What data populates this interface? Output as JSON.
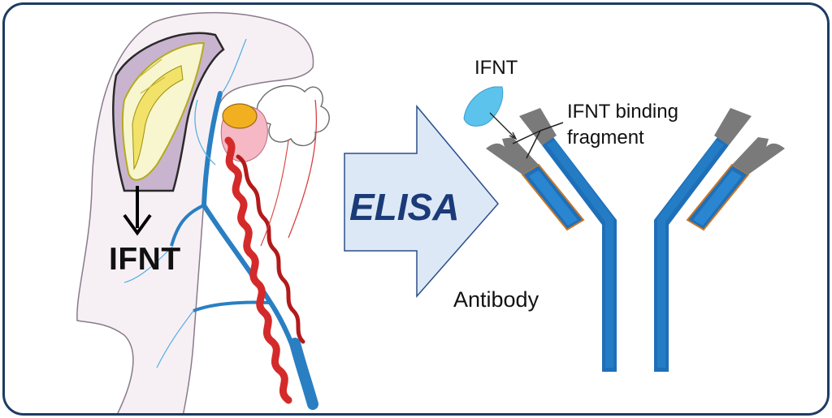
{
  "labels": {
    "ifnt_secreted": "IFNT",
    "method": "ELISA",
    "ifnt_antigen": "IFNT",
    "binding_fragment_line1": "IFNT binding",
    "binding_fragment_line2": "fragment",
    "antibody": "Antibody"
  },
  "colors": {
    "frame": "#1d3c64",
    "arrow_fill": "#dde8f7",
    "arrow_stroke": "#2a4f8a",
    "elisa_text": "#1b3a78",
    "antibody_blue": "#1e6fb8",
    "antibody_gray": "#7a7a7a",
    "antigen_cyan": "#5bc3ec",
    "vessel_blue": "#2a7fc2",
    "vessel_red": "#d42a2a",
    "conceptus_gold": "#f0c020"
  }
}
